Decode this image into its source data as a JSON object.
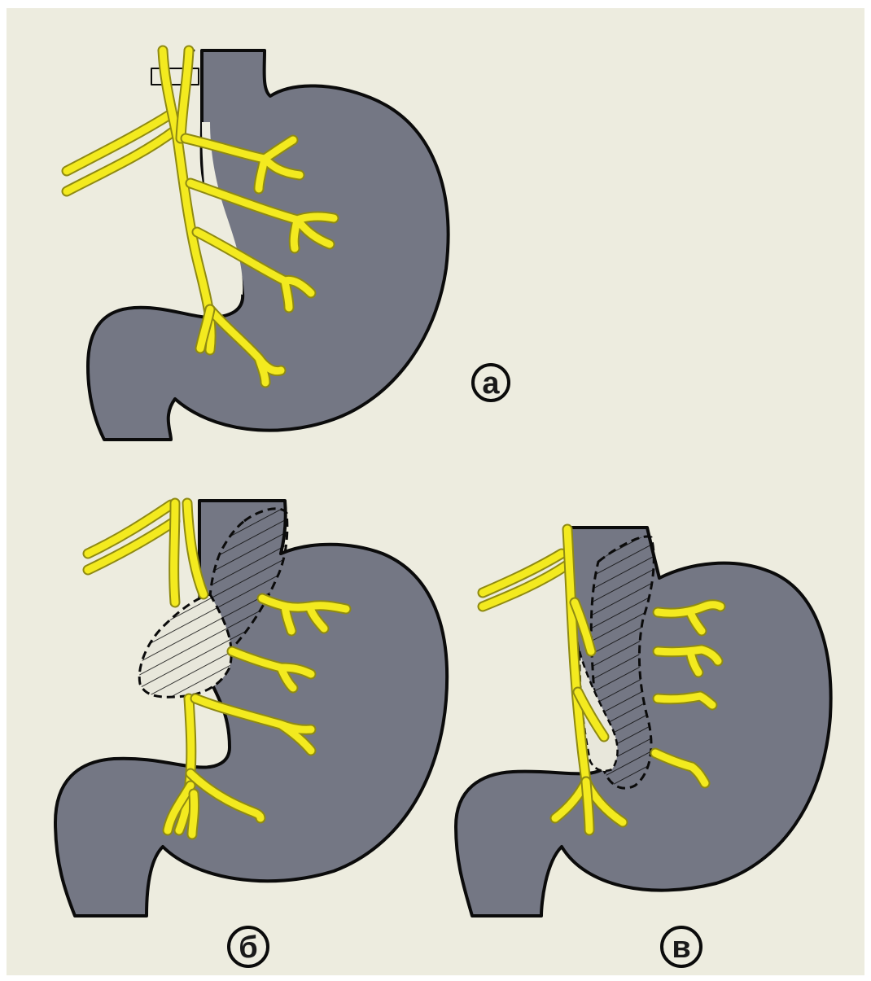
{
  "figure": {
    "panels": [
      {
        "id": "a",
        "label": "а"
      },
      {
        "id": "b",
        "label": "б"
      },
      {
        "id": "c",
        "label": "в"
      }
    ]
  },
  "colors": {
    "background": "#edecdf",
    "stomach_fill": "#747784",
    "outline": "#0b0b0b",
    "nerve_fill": "#f3ea1f",
    "nerve_edge": "#8f8a12",
    "hatch_light": "#e8e7db"
  }
}
